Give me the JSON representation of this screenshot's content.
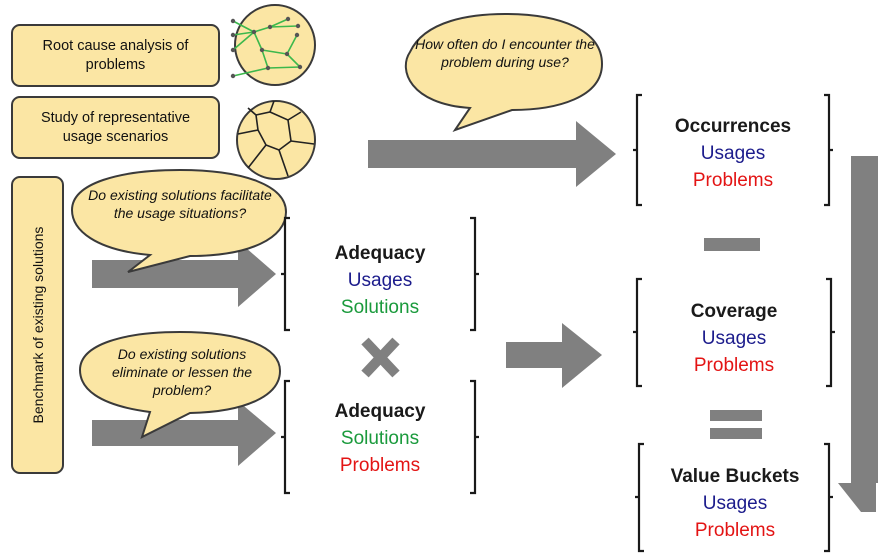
{
  "left_boxes": {
    "root_cause": "Root cause analysis of problems",
    "study_usage": "Study of representative usage scenarios",
    "benchmark": "Benchmark of existing solutions"
  },
  "bubbles": {
    "occurrences_question": "How often do I encounter the problem during use?",
    "facilitate_question": "Do existing solutions facilitate the usage situations?",
    "eliminate_question": "Do existing solutions eliminate or lessen the problem?"
  },
  "matrices": {
    "occurrences": {
      "title": "Occurrences",
      "row": "Usages",
      "col": "Problems"
    },
    "adequacy_usage": {
      "title": "Adequacy",
      "row": "Usages",
      "col": "Solutions"
    },
    "adequacy_problem": {
      "title": "Adequacy",
      "row": "Solutions",
      "col": "Problems"
    },
    "coverage": {
      "title": "Coverage",
      "row": "Usages",
      "col": "Problems"
    },
    "value_buckets": {
      "title": "Value Buckets",
      "row": "Usages",
      "col": "Problems"
    }
  },
  "colors": {
    "box_fill": "#fbe6a4",
    "arrow": "#808080",
    "usages": "#1c1c8c",
    "solutions": "#1a9a3c",
    "problems": "#e31414",
    "graph_edges": "#3cb84c"
  },
  "icons": [
    "network-graph-icon",
    "voronoi-circle-icon",
    "multiply-icon",
    "minus-icon",
    "equals-icon"
  ]
}
